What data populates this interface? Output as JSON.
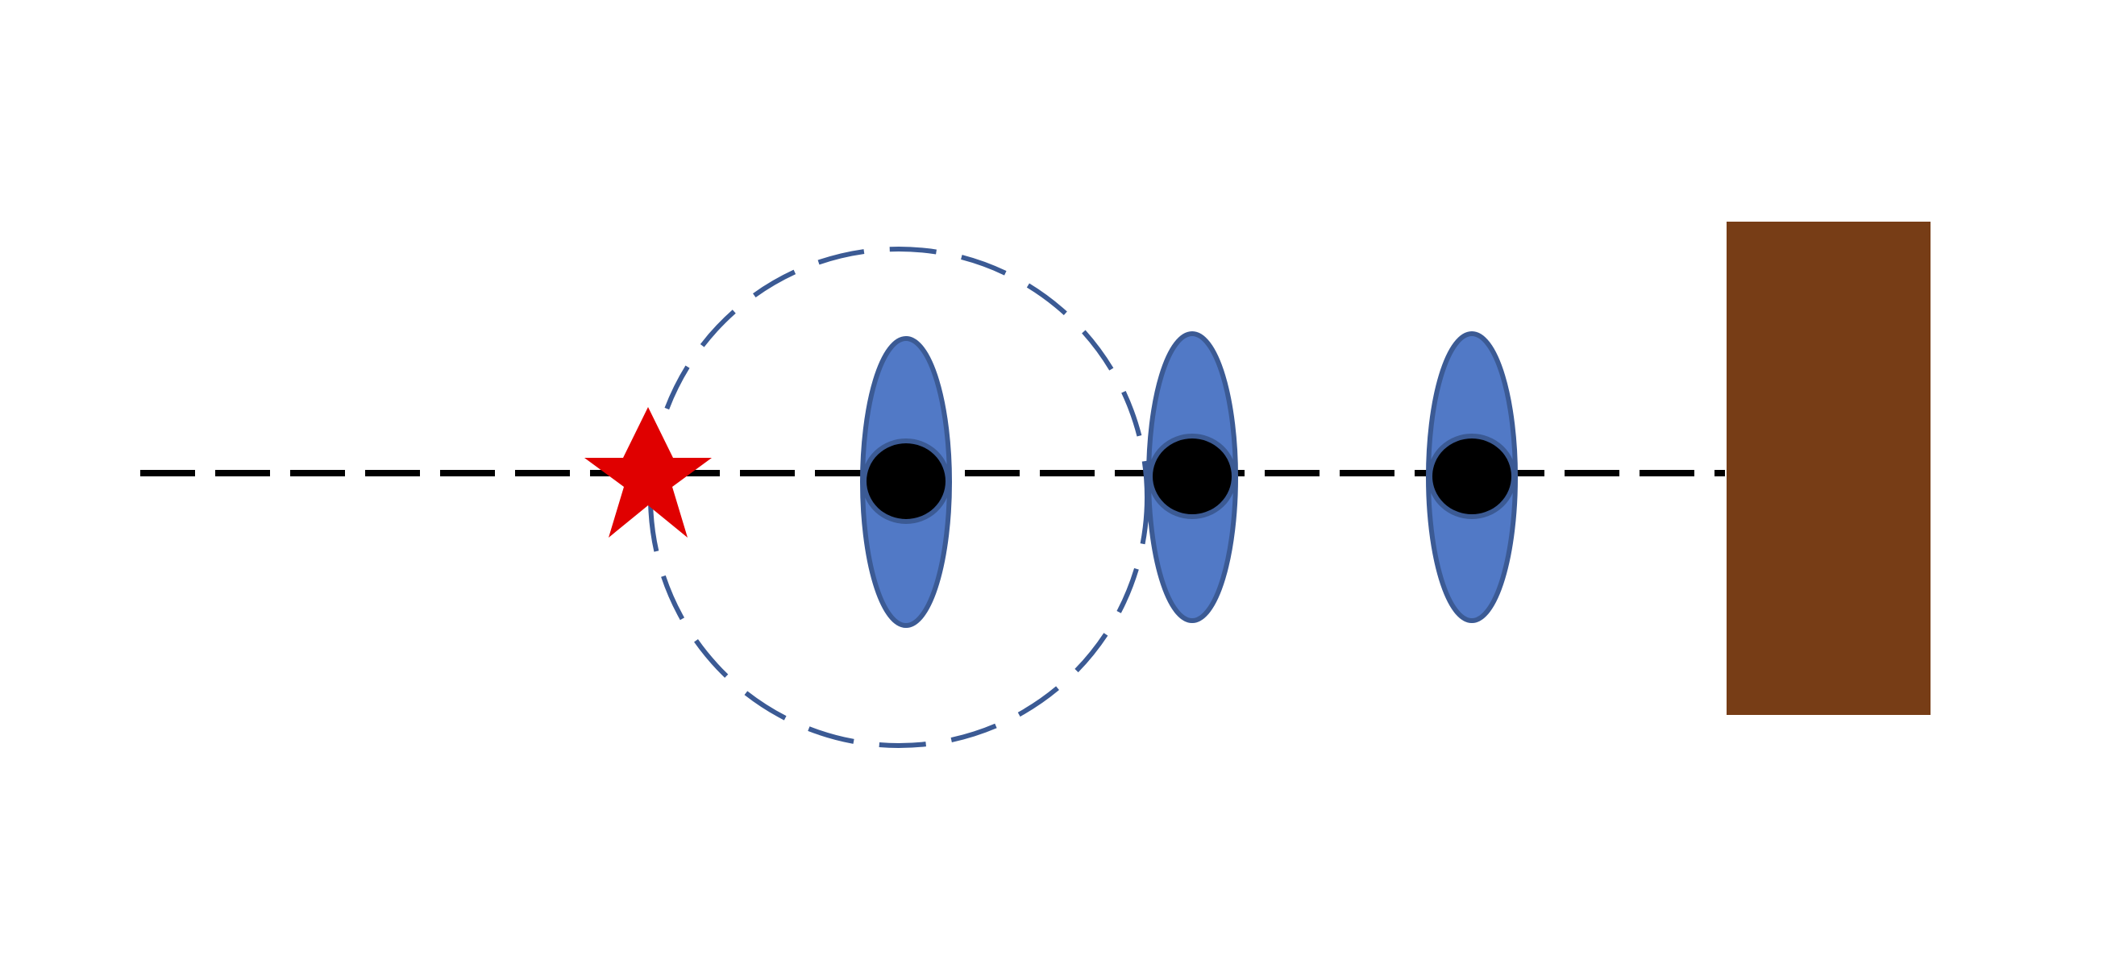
{
  "diagram": {
    "elements": {
      "axis": {
        "style": "dashed",
        "color": "#000000"
      },
      "source": {
        "shape": "five-point-star",
        "color": "#e00000"
      },
      "range_circle": {
        "style": "dashed",
        "color": "#3b5a94"
      },
      "lenses": {
        "count": 3,
        "fill": "#5179c6",
        "stroke": "#3b5a94"
      },
      "lens_centers": {
        "color": "#000000"
      },
      "screen": {
        "shape": "rectangle",
        "color": "#773d16"
      }
    }
  }
}
